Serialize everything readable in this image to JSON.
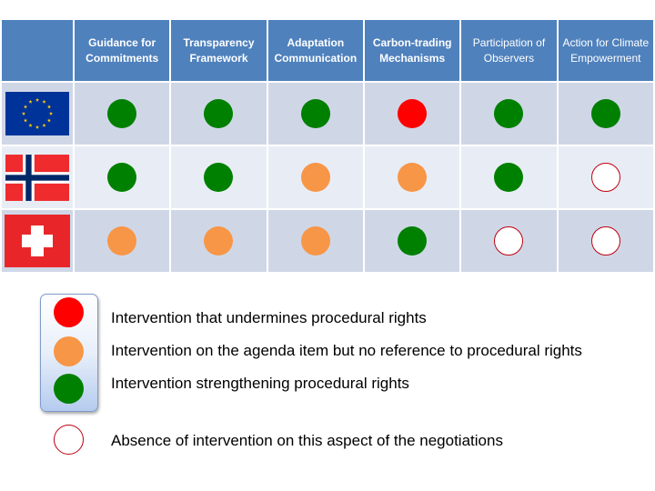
{
  "colors": {
    "header_bg": "#4f81bd",
    "row_dark": "#cfd7e7",
    "row_light": "#e8edf5",
    "red": "#ff0000",
    "orange": "#f79646",
    "green": "#008000",
    "empty_border": "#c0000f"
  },
  "columns": [
    "Guidance for Commitments",
    "Transparency Framework",
    "Adaptation Communication",
    "Carbon-trading Mechanisms",
    "Participation of Observers",
    "Action for Climate Empowerment"
  ],
  "rows": [
    {
      "flag": "eu-flag-icon",
      "cells": [
        "green",
        "green",
        "green",
        "red",
        "green",
        "green"
      ]
    },
    {
      "flag": "norway-flag-icon",
      "cells": [
        "green",
        "green",
        "orange",
        "orange",
        "green",
        "empty"
      ]
    },
    {
      "flag": "switzerland-flag-icon",
      "cells": [
        "orange",
        "orange",
        "orange",
        "green",
        "empty",
        "empty"
      ]
    }
  ],
  "legend": {
    "red": "Intervention that undermines procedural rights",
    "orange": "Intervention on the agenda item but no reference to procedural rights",
    "green": "Intervention strengthening procedural rights",
    "empty": "Absence of intervention on this aspect of the negotiations"
  }
}
